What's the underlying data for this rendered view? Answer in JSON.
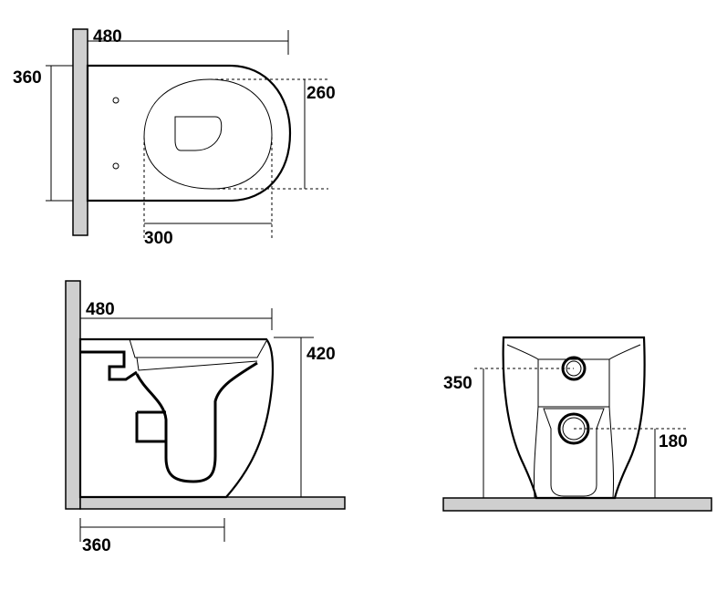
{
  "top_view": {
    "width_label": "480",
    "depth_label": "360",
    "seat_depth_label": "260",
    "seat_width_label": "300"
  },
  "side_view": {
    "length_label": "480",
    "height_label": "420",
    "floor_label": "360"
  },
  "front_view": {
    "inlet_height_label": "350",
    "outlet_height_label": "180"
  }
}
